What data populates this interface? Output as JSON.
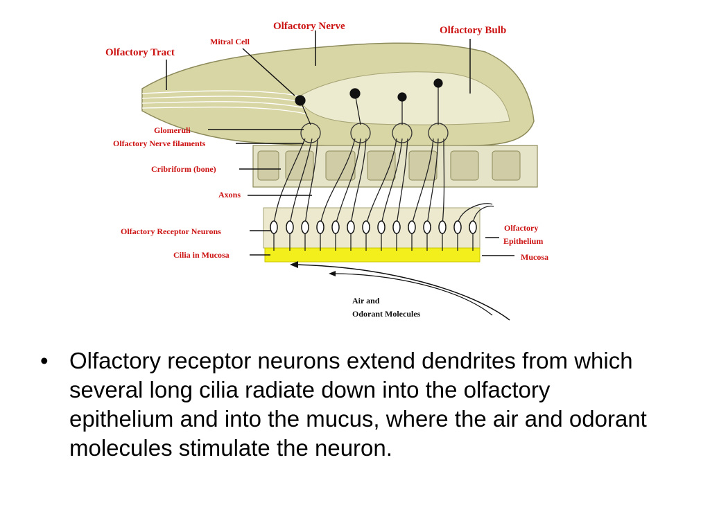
{
  "diagram": {
    "labels": {
      "olfactory_nerve": "Olfactory Nerve",
      "olfactory_bulb": "Olfactory Bulb",
      "mitral_cell": "Mitral Cell",
      "olfactory_tract": "Olfactory Tract",
      "glomeruli": "Glomeruli",
      "olfactory_nerve_filaments": "Olfactory Nerve filaments",
      "cribriform": "Cribriform (bone)",
      "axons": "Axons",
      "receptor_neurons": "Olfactory Receptor Neurons",
      "cilia_in_mucosa": "Cilia in Mucosa",
      "olfactory_epithelium_line1": "Olfactory",
      "olfactory_epithelium_line2": "Epithelium",
      "mucosa": "Mucosa",
      "air_line1": "Air and",
      "air_line2": "Odorant Molecules"
    },
    "colors": {
      "label_red": "#cc1111",
      "bulb_fill": "#d9d6a6",
      "bone_fill": "#e6e4c8",
      "mucus_yellow": "#f2ef1c"
    }
  },
  "bullet": {
    "symbol": "•",
    "text": "Olfactory receptor neurons extend dendrites from which several long cilia radiate down into the olfactory epithelium and into the mucus, where the air and odorant molecules stimulate the neuron."
  }
}
